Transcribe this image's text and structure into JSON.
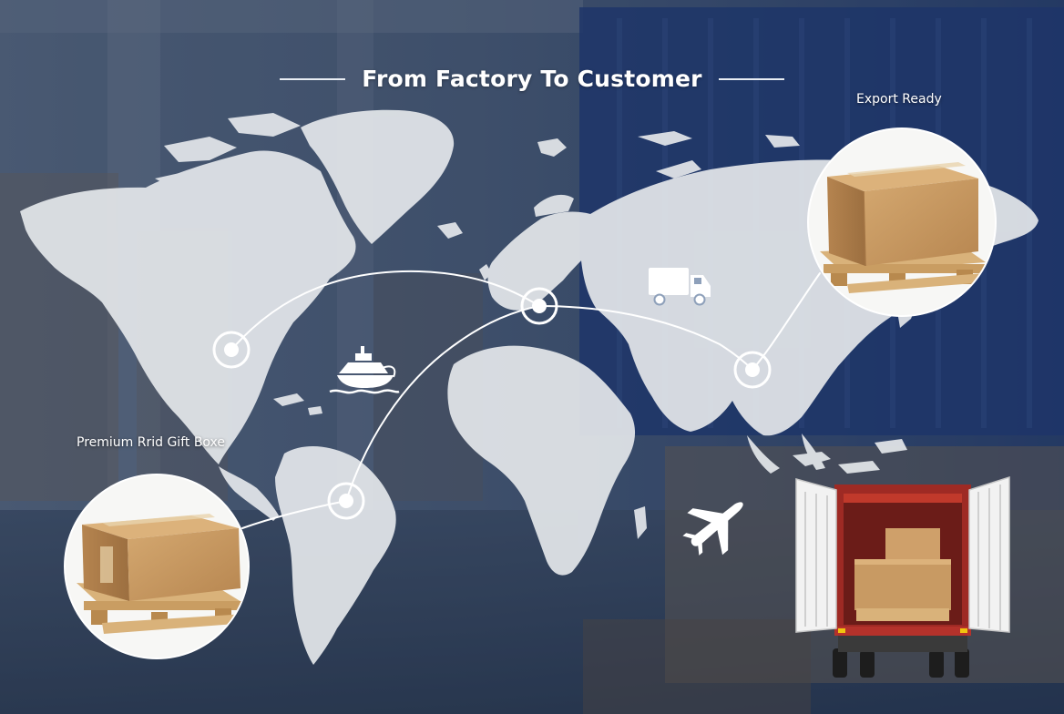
{
  "banner": {
    "title": "From Factory To Customer",
    "label_right": "Export Ready",
    "label_left": "Premium Rrid Gift Boxe"
  },
  "icons": [
    "ship-icon",
    "truck-icon",
    "airplane-icon"
  ],
  "colors": {
    "background": "#3d5270",
    "map_land": "#e3e6ea",
    "route_line": "#ffffff",
    "cardboard": "#c89a63",
    "pallet": "#d9b27a",
    "container": "#b4322b"
  }
}
